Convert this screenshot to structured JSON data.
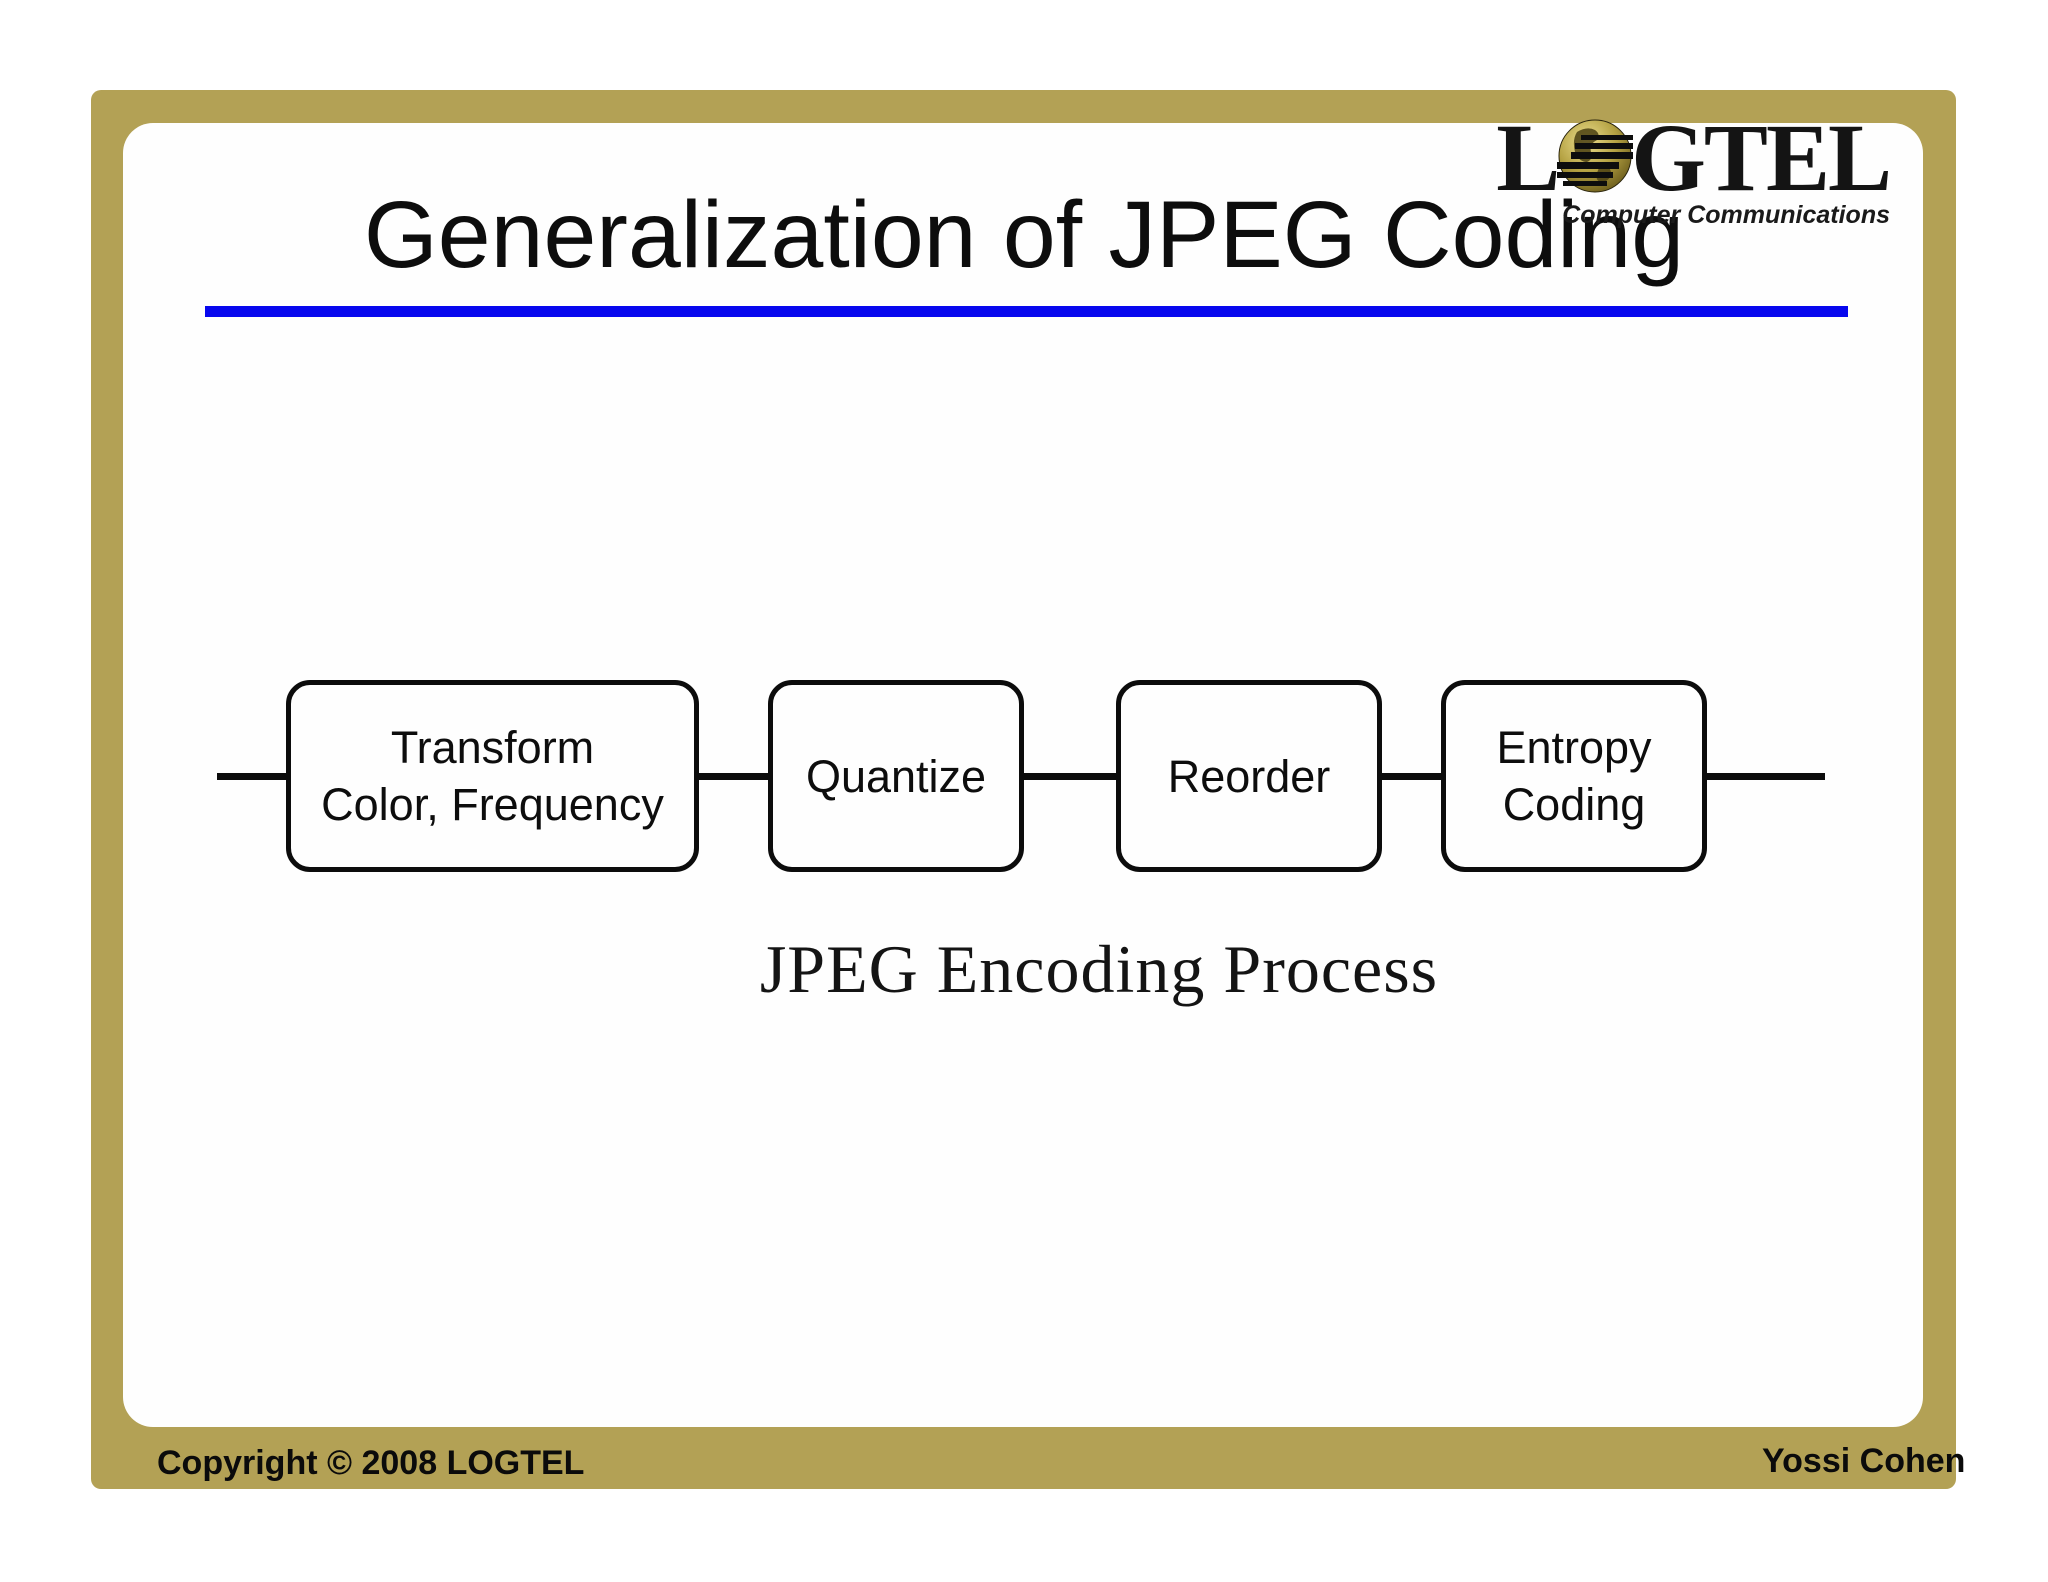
{
  "slide": {
    "title": "Generalization of JPEG Coding",
    "caption": "JPEG Encoding Process",
    "footer_left": "Copyright © 2008 LOGTEL",
    "footer_right": "Yossi Cohen"
  },
  "logo": {
    "prefix": "L",
    "suffix": "GTEL",
    "tagline": "Computer Communications",
    "globe_icon": "globe-icon"
  },
  "diagram": {
    "boxes": [
      {
        "line1": "Transform",
        "line2": "Color, Frequency"
      },
      {
        "line1": "Quantize",
        "line2": ""
      },
      {
        "line1": "Reorder",
        "line2": ""
      },
      {
        "line1": "Entropy",
        "line2": "Coding"
      }
    ]
  },
  "colors": {
    "frame_gold": "#b3a155",
    "underline_blue": "#0707ee",
    "diagram_black": "#0c0c0c"
  }
}
